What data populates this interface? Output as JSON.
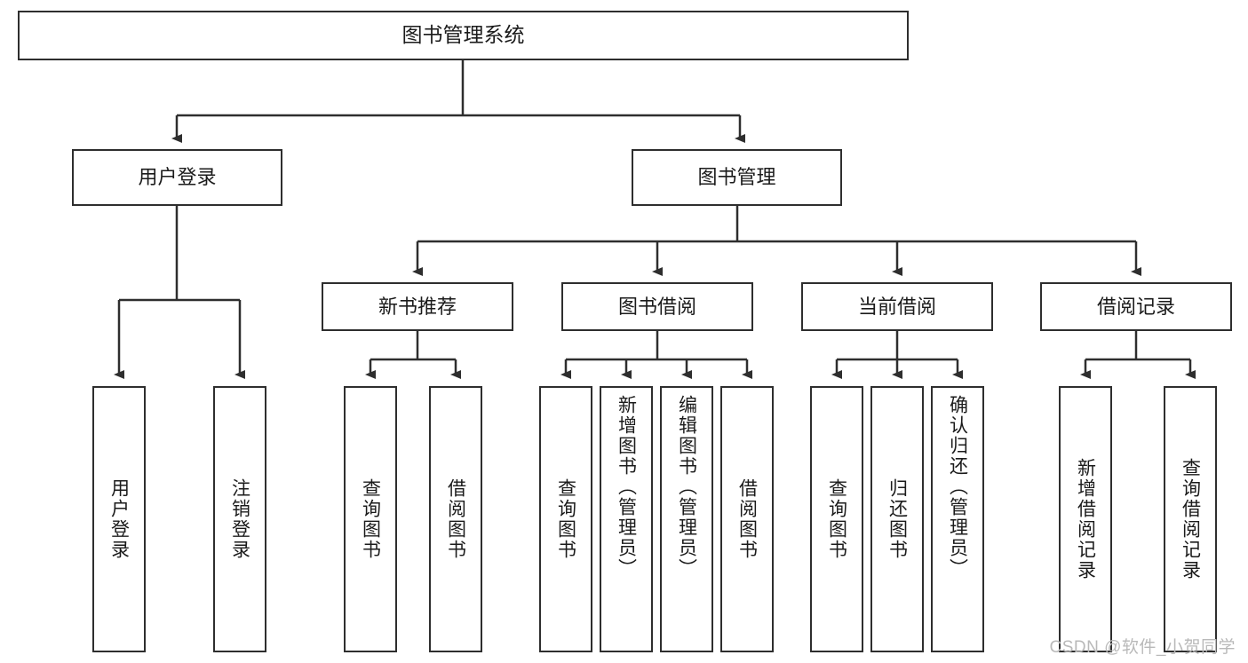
{
  "diagram": {
    "type": "tree-hierarchy-chart",
    "title": "图书管理系统",
    "colors": {
      "stroke": "#2e2e2e",
      "fill": "#ffffff",
      "text": "#1b1b1b",
      "watermark": "#b9b9b9"
    },
    "root": {
      "label": "图书管理系统"
    },
    "level2": [
      {
        "label": "用户登录"
      },
      {
        "label": "图书管理"
      }
    ],
    "level3": [
      {
        "label": "新书推荐"
      },
      {
        "label": "图书借阅"
      },
      {
        "label": "当前借阅"
      },
      {
        "label": "借阅记录"
      }
    ],
    "leaves": {
      "user_login": [
        {
          "label": "用户登录"
        },
        {
          "label": "注销登录"
        }
      ],
      "new_book_recommend": [
        {
          "label": "查询图书"
        },
        {
          "label": "借阅图书"
        }
      ],
      "book_borrow": [
        {
          "label": "查询图书"
        },
        {
          "label": "新增图书（管理员）"
        },
        {
          "label": "编辑图书（管理员）"
        },
        {
          "label": "借阅图书"
        }
      ],
      "current_borrow": [
        {
          "label": "查询图书"
        },
        {
          "label": "归还图书"
        },
        {
          "label": "确认归还（管理员）"
        }
      ],
      "borrow_record": [
        {
          "label": "新增借阅记录"
        },
        {
          "label": "查询借阅记录"
        }
      ]
    }
  },
  "watermark": {
    "text": "CSDN @软件_小贺同学"
  }
}
